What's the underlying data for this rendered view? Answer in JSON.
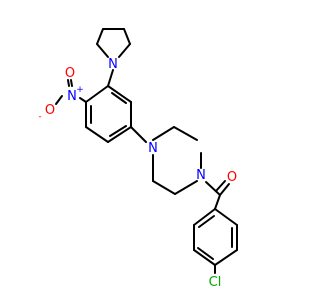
{
  "diagram": {
    "type": "chemical-structure",
    "atoms": [
      {
        "id": "N_pyr",
        "symbol": "N",
        "color": "#0000FF"
      },
      {
        "id": "N_nitro",
        "symbol": "N",
        "charge": "+",
        "color": "#0000FF"
      },
      {
        "id": "O_top",
        "symbol": "O",
        "color": "#FF0000"
      },
      {
        "id": "O_left",
        "symbol": "O",
        "charge": "-",
        "color": "#FF0000"
      },
      {
        "id": "N_pip1",
        "symbol": "N",
        "color": "#0000FF"
      },
      {
        "id": "N_pip2",
        "symbol": "N",
        "color": "#0000FF"
      },
      {
        "id": "O_carbonyl",
        "symbol": "O",
        "color": "#FF0000"
      },
      {
        "id": "Cl",
        "symbol": "Cl",
        "color": "#00AA00"
      }
    ]
  }
}
